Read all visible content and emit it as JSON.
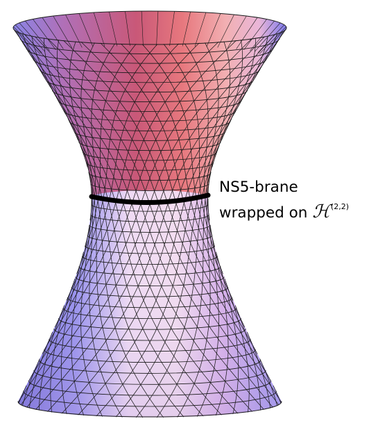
{
  "annotation": {
    "line1": "NS5-brane",
    "line2_prefix": "wrapped on ",
    "symbol": "ℋ",
    "superscript": "(2,2)"
  },
  "colors": {
    "mesh": "#1a1a1a",
    "brane": "#000000",
    "surface_warm": "#d9626e",
    "surface_cool": "#7b78ea",
    "surface_light": "#fbe4ea"
  }
}
